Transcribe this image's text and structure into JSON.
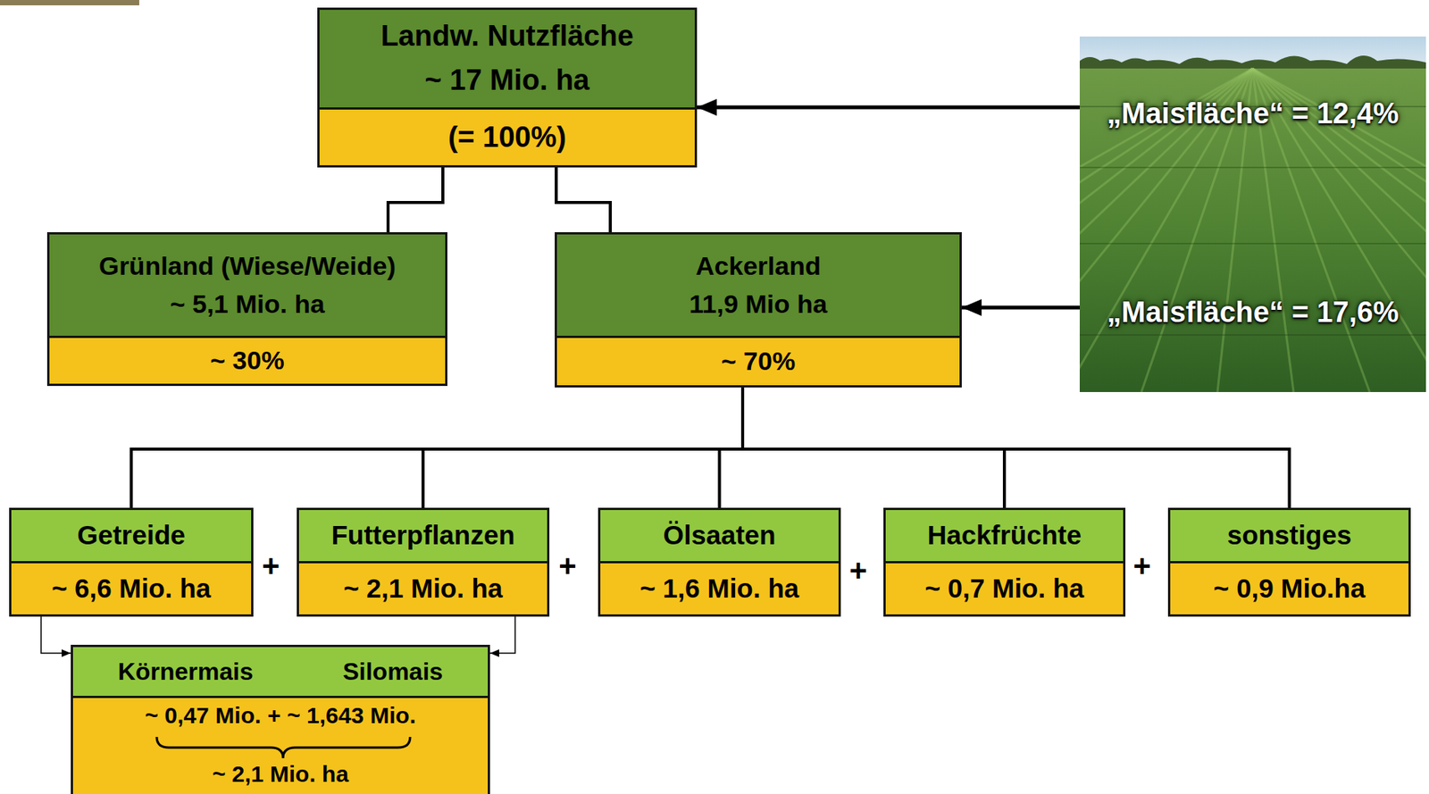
{
  "diagram": {
    "nodes": [
      {
        "text": [
          "Landw. Nutzfläche",
          "~ 17 Mio. ha",
          "(= 100%)"
        ]
      },
      {
        "text": [
          "„Maisfläche“ = 12,4%",
          "„Maisfläche“ = 17,6%"
        ]
      },
      {
        "text": [
          "Grünland (Wiese/Weide)",
          "~ 5,1 Mio. ha",
          "~ 30%"
        ]
      },
      {
        "text": [
          "Ackerland",
          "11,9 Mio ha",
          "~ 70%"
        ]
      },
      {
        "text": [
          "Getreide",
          "~ 6,6 Mio. ha"
        ]
      },
      {
        "text": [
          "Futterpflanzen",
          "~ 2,1 Mio. ha"
        ]
      },
      {
        "text": [
          "Ölsaaten",
          "~ 1,6 Mio. ha"
        ]
      },
      {
        "text": [
          "Hackfrüchte",
          "~ 0,7 Mio. ha"
        ]
      },
      {
        "text": [
          "sonstiges",
          "~ 0,9 Mio.ha"
        ]
      },
      {
        "text": [
          "Körnermais",
          "Silomais",
          "~ 0,47 Mio. + ~ 1,643 Mio.",
          "~ 2,1 Mio. ha"
        ]
      }
    ],
    "edges": [
      {
        "from": 0,
        "to": 2,
        "arrow": "none"
      },
      {
        "from": 0,
        "to": 3,
        "arrow": "none"
      },
      {
        "from": 3,
        "to": 4,
        "arrow": "none"
      },
      {
        "from": 3,
        "to": 5,
        "arrow": "none"
      },
      {
        "from": 3,
        "to": 6,
        "arrow": "none"
      },
      {
        "from": 3,
        "to": 7,
        "arrow": "none"
      },
      {
        "from": 3,
        "to": 8,
        "arrow": "none"
      },
      {
        "from": 4,
        "to": 9,
        "arrow": "to"
      },
      {
        "from": 5,
        "to": 9,
        "arrow": "to"
      },
      {
        "from": 1,
        "to": 0,
        "arrow": "to"
      },
      {
        "from": 1,
        "to": 3,
        "arrow": "to"
      }
    ],
    "labels": [
      "+",
      "+",
      "+",
      "+"
    ]
  }
}
